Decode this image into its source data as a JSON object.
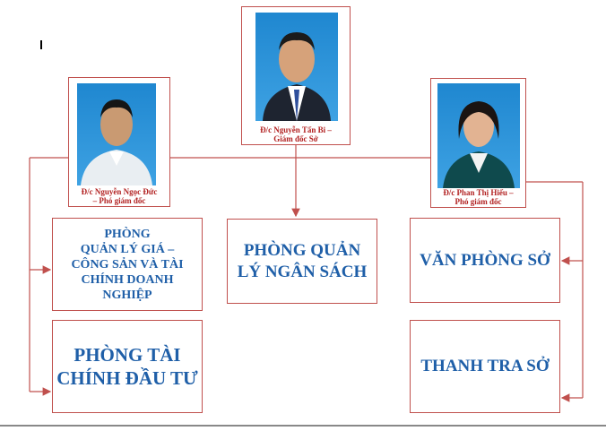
{
  "people": {
    "director": {
      "caption_line1": "Đ/c Nguyễn Tấn Bi –",
      "caption_line2": "Giám đốc Sở"
    },
    "deputy_left": {
      "caption_line1": "Đ/c Nguyễn Ngọc Đức",
      "caption_line2": "– Phó giám đốc"
    },
    "deputy_right": {
      "caption_line1": "Đ/c Phan Thị Hiếu –",
      "caption_line2": "Phó giám đốc"
    }
  },
  "departments": {
    "price_management": {
      "line1": "PHÒNG",
      "line2": "QUẢN LÝ GIÁ –",
      "line3": "CÔNG SẢN VÀ TÀI",
      "line4": "CHÍNH DOANH",
      "line5": "NGHIỆP"
    },
    "budget_management": {
      "line1": "PHÒNG QUẢN",
      "line2": "LÝ NGÂN SÁCH"
    },
    "department_office": {
      "line1": "VĂN PHÒNG SỞ"
    },
    "investment_finance": {
      "line1": "PHÒNG TÀI",
      "line2": "CHÍNH ĐẦU TƯ"
    },
    "inspectorate": {
      "line1": "THANH TRA SỞ"
    }
  },
  "colors": {
    "border": "#c0504d",
    "connector": "#c0504d",
    "caption_text": "#b22222",
    "department_text": "#1f5fa8",
    "photo_background": "#2b95dc"
  },
  "icons": [
    "portrait-photo",
    "arrow-head"
  ]
}
